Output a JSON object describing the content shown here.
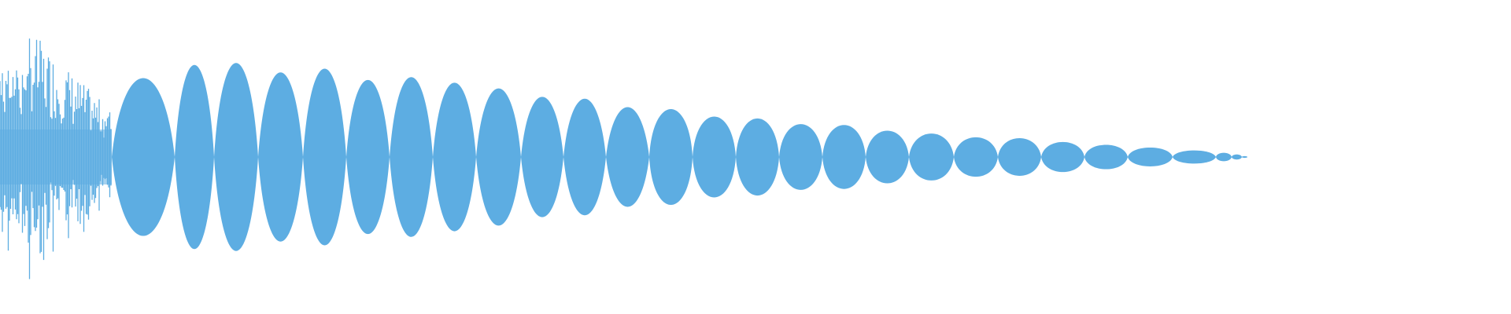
{
  "waveform": {
    "color": "#5dade2",
    "background": "#ffffff",
    "lobes": [
      {
        "amp": 0.84
      },
      {
        "amp": 0.98
      },
      {
        "amp": 1.0
      },
      {
        "amp": 0.9
      },
      {
        "amp": 0.94
      },
      {
        "amp": 0.82
      },
      {
        "amp": 0.85
      },
      {
        "amp": 0.79
      },
      {
        "amp": 0.73
      },
      {
        "amp": 0.64
      },
      {
        "amp": 0.62
      },
      {
        "amp": 0.53
      },
      {
        "amp": 0.51
      },
      {
        "amp": 0.43
      },
      {
        "amp": 0.41
      },
      {
        "amp": 0.35
      },
      {
        "amp": 0.34
      },
      {
        "amp": 0.28
      },
      {
        "amp": 0.25
      },
      {
        "amp": 0.21
      },
      {
        "amp": 0.2
      },
      {
        "amp": 0.16
      },
      {
        "amp": 0.13
      },
      {
        "amp": 0.1
      },
      {
        "amp": 0.07
      },
      {
        "amp": 0.045
      },
      {
        "amp": 0.027
      },
      {
        "amp": 0.009
      }
    ]
  }
}
